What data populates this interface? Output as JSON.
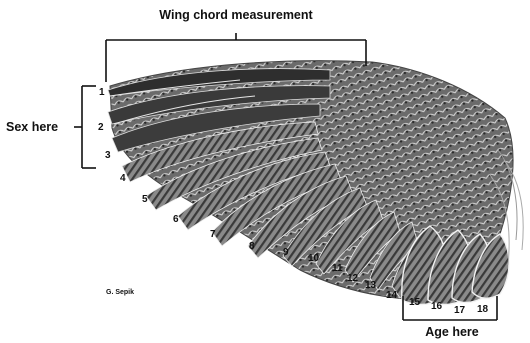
{
  "diagram": {
    "top_caption": "Wing chord measurement",
    "left_caption": "Sex here",
    "bottom_caption": "Age here",
    "credit": "G. Sepik",
    "feather_numbers": [
      "1",
      "2",
      "3",
      "4",
      "5",
      "6",
      "7",
      "8",
      "9",
      "10",
      "11",
      "12",
      "13",
      "14",
      "15",
      "16",
      "17",
      "18"
    ]
  }
}
